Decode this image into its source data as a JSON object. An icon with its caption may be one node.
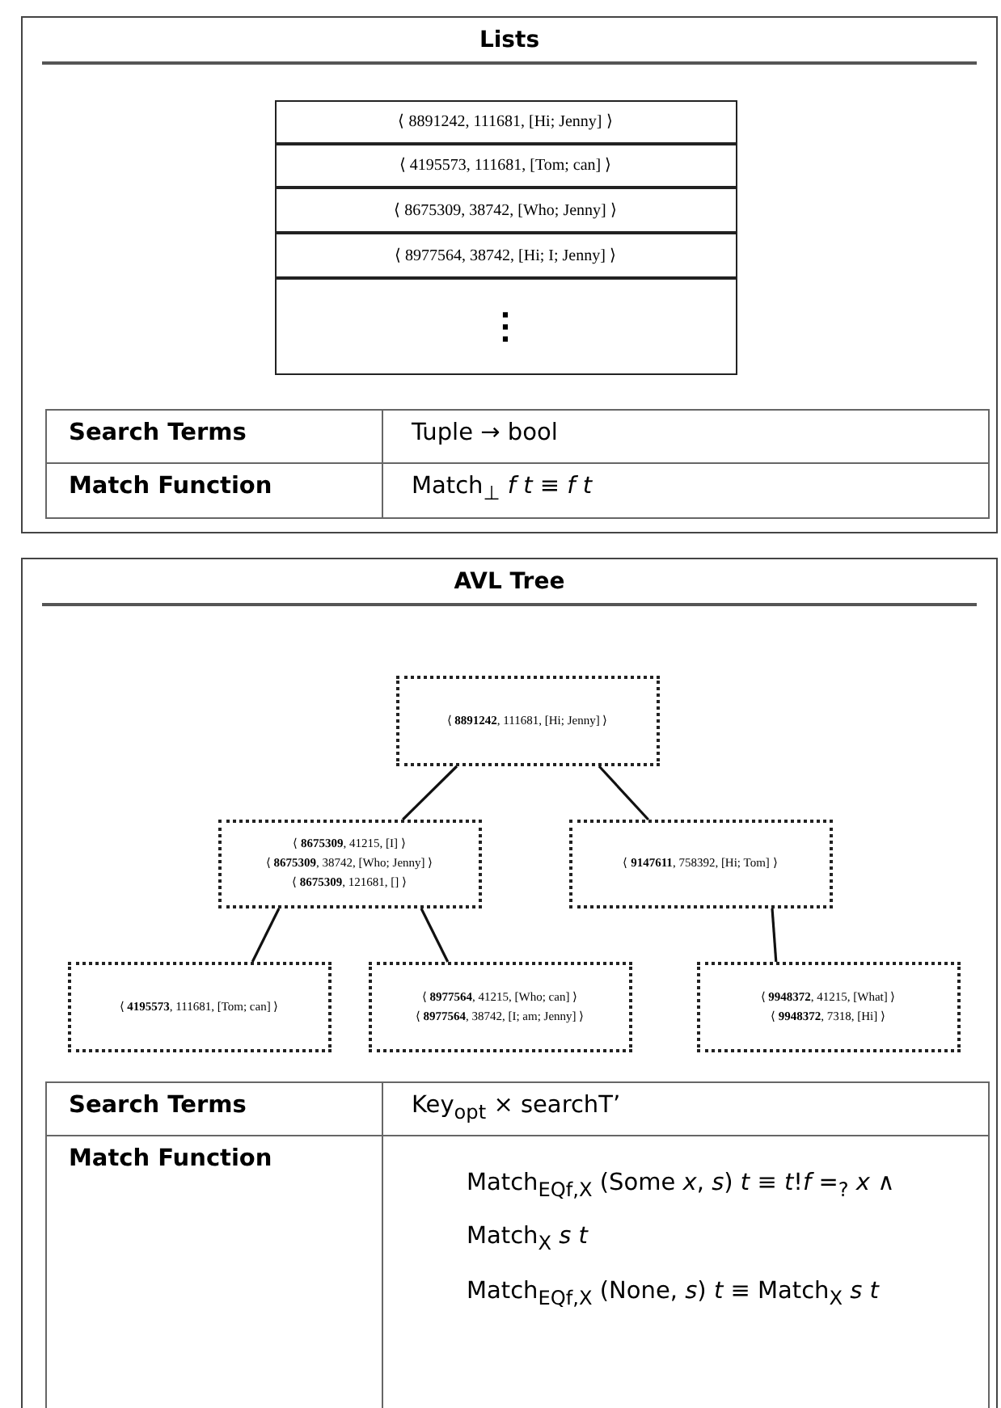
{
  "diagram": {
    "nodes": [
      {
        "text": [
          "Lists"
        ]
      },
      {
        "text": [
          "⟨ 8891242, 111681, [Hi; Jenny] ⟩"
        ],
        "in": 0
      },
      {
        "text": [
          "⟨ 4195573, 111681, [Tom; can] ⟩"
        ],
        "in": 0
      },
      {
        "text": [
          "⟨ 8675309, 38742, [Who; Jenny] ⟩"
        ],
        "in": 0
      },
      {
        "text": [
          "⟨ 8977564, 38742, [Hi; I; Jenny] ⟩"
        ],
        "in": 0
      },
      {
        "text": [
          "⋮"
        ],
        "in": 0
      },
      {
        "text": [
          "Search Terms"
        ],
        "in": 0
      },
      {
        "text": [
          "Tuple → bool"
        ],
        "in": 0
      },
      {
        "text": [
          "Match Function"
        ],
        "in": 0
      },
      {
        "text": [
          "Match$_{⊥}$ *f t* ≡ *f t*"
        ],
        "in": 0
      },
      {
        "text": [
          "AVL Tree"
        ]
      },
      {
        "text": [
          "⟨ **8891242**, 111681, [Hi; Jenny] ⟩"
        ],
        "in": 10
      },
      {
        "text": [
          "⟨ **8675309**, 41215, [I] ⟩",
          "⟨ **8675309**, 38742, [Who; Jenny] ⟩",
          "⟨ **8675309**, 121681, [] ⟩"
        ],
        "in": 10
      },
      {
        "text": [
          "⟨ **9147611**, 758392, [Hi; Tom] ⟩"
        ],
        "in": 10
      },
      {
        "text": [
          "⟨ **4195573**, 111681, [Tom; can] ⟩"
        ],
        "in": 10
      },
      {
        "text": [
          "⟨ **8977564**, 41215, [Who; can] ⟩",
          "⟨ **8977564**, 38742, [I; am; Jenny] ⟩"
        ],
        "in": 10
      },
      {
        "text": [
          "⟨ **9948372**, 41215, [What] ⟩",
          "⟨ **9948372**, 7318, [Hi] ⟩"
        ],
        "in": 10
      },
      {
        "text": [
          "Search Terms"
        ],
        "in": 10
      },
      {
        "text": [
          "Key$_{opt}$ × searchT’"
        ],
        "in": 10
      },
      {
        "text": [
          "Match Function"
        ],
        "in": 10
      },
      {
        "text": [
          "Match$_{EQf,X}$ (Some *x*, *s*) *t* ≡ *t*!*f* =$_{?}$ *x* ∧ Match$_{X}$ *s t*",
          "Match$_{EQf,X}$ (None, *s*) *t* ≡ Match$_{X}$ *s t*"
        ],
        "in": 10
      }
    ],
    "edges": [
      {
        "from": 11,
        "to": 12,
        "arrow": "none"
      },
      {
        "from": 11,
        "to": 13,
        "arrow": "none"
      },
      {
        "from": 12,
        "to": 14,
        "arrow": "none"
      },
      {
        "from": 12,
        "to": 15,
        "arrow": "none"
      },
      {
        "from": 13,
        "to": 16,
        "arrow": "none"
      }
    ]
  }
}
